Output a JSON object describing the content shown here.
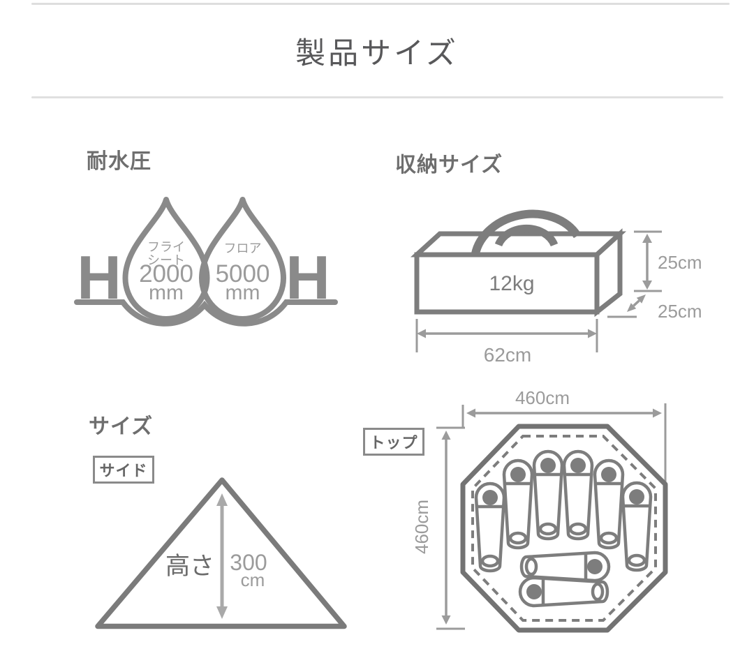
{
  "title": "製品サイズ",
  "colors": {
    "diagram_gray": "#7d7d7d",
    "outline_gray": "#8a8a8a",
    "light_text_gray": "#9b9b9b",
    "heading_gray": "#6e6e6e",
    "divider_gray": "#dedede"
  },
  "water": {
    "heading": "耐水圧",
    "left_symbol": "H",
    "right_symbol": "H",
    "fly": {
      "label_line1": "フライ",
      "label_line2": "シート",
      "value": "2000",
      "unit": "mm"
    },
    "floor": {
      "label": "フロア",
      "value": "5000",
      "unit": "mm"
    }
  },
  "storage": {
    "heading": "収納サイズ",
    "weight": "12kg",
    "height": "25cm",
    "depth": "25cm",
    "width": "62cm"
  },
  "size": {
    "heading": "サイズ",
    "view": "サイド",
    "height_label": "高さ",
    "height_value": "300",
    "height_unit": "cm"
  },
  "top": {
    "view": "トップ",
    "width": "460cm",
    "height": "460cm"
  }
}
